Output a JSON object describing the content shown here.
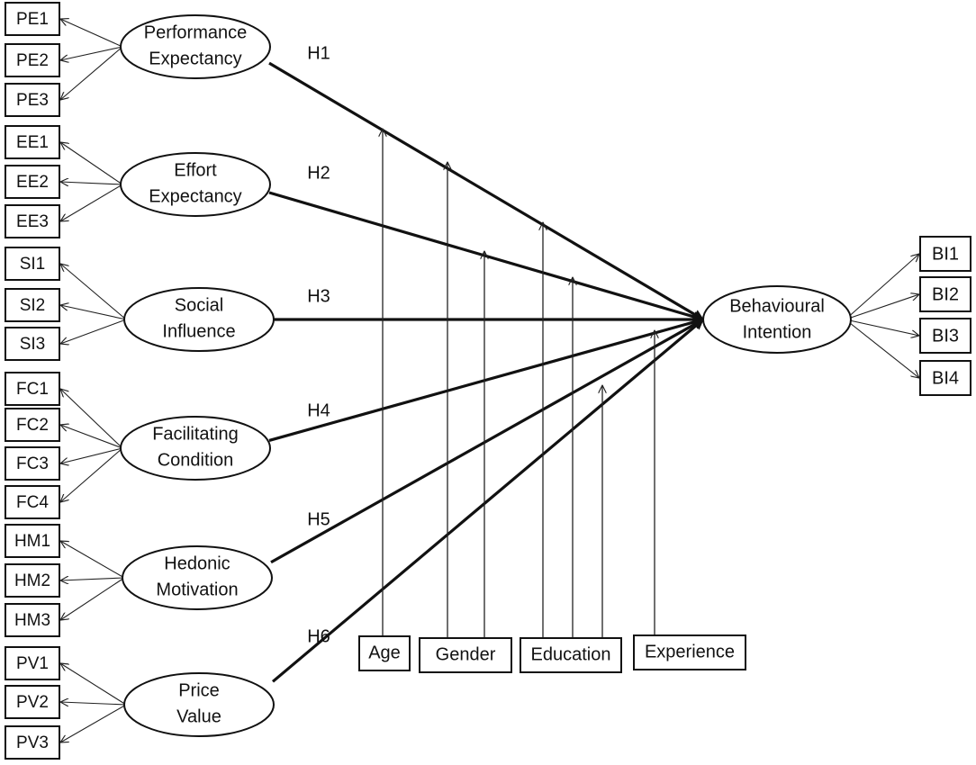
{
  "constructs": [
    {
      "key": "pe",
      "line1": "Performance",
      "line2": "Expectancy",
      "hypothesis": "H1",
      "indicators": [
        "PE1",
        "PE2",
        "PE3"
      ]
    },
    {
      "key": "ee",
      "line1": "Effort",
      "line2": "Expectancy",
      "hypothesis": "H2",
      "indicators": [
        "EE1",
        "EE2",
        "EE3"
      ]
    },
    {
      "key": "si",
      "line1": "Social",
      "line2": "Influence",
      "hypothesis": "H3",
      "indicators": [
        "SI1",
        "SI2",
        "SI3"
      ]
    },
    {
      "key": "fc",
      "line1": "Facilitating",
      "line2": "Condition",
      "hypothesis": "H4",
      "indicators": [
        "FC1",
        "FC2",
        "FC3",
        "FC4"
      ]
    },
    {
      "key": "hm",
      "line1": "Hedonic",
      "line2": "Motivation",
      "hypothesis": "H5",
      "indicators": [
        "HM1",
        "HM2",
        "HM3"
      ]
    },
    {
      "key": "pv",
      "line1": "Price",
      "line2": "Value",
      "hypothesis": "H6",
      "indicators": [
        "PV1",
        "PV2",
        "PV3"
      ]
    }
  ],
  "outcome": {
    "line1": "Behavioural",
    "line2": "Intention",
    "indicators": [
      "BI1",
      "BI2",
      "BI3",
      "BI4"
    ]
  },
  "moderators": [
    "Age",
    "Gender",
    "Education",
    "Experience"
  ],
  "colors": {
    "stroke": "#111111",
    "background": "#ffffff"
  }
}
